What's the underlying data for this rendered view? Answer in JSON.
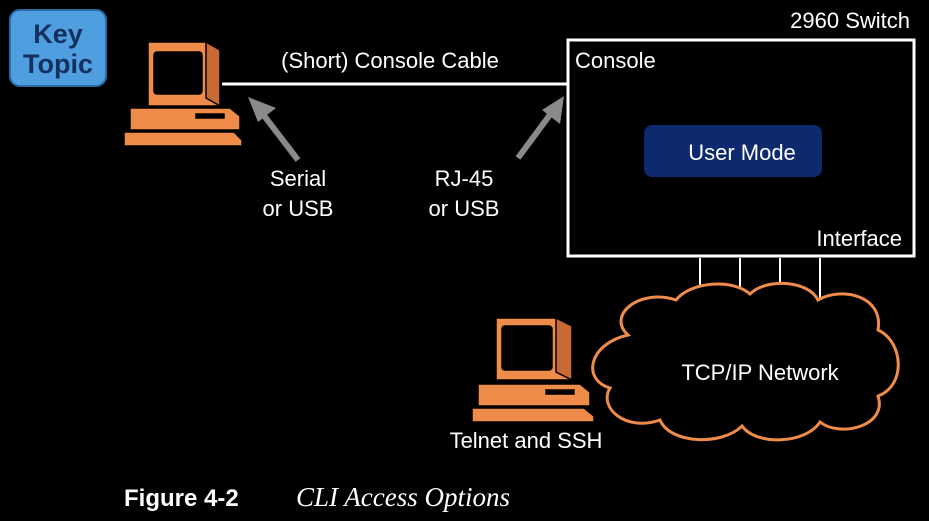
{
  "key_topic": {
    "line1": "Key",
    "line2": "Topic"
  },
  "switch": {
    "title": "2960 Switch",
    "console_label": "Console",
    "mode_label": "User Mode",
    "interface_label": "Interface"
  },
  "cable_label": "(Short) Console Cable",
  "pc_port": {
    "line1": "Serial",
    "line2": "or USB"
  },
  "switch_port": {
    "line1": "RJ-45",
    "line2": "or USB"
  },
  "network_label": "TCP/IP Network",
  "remote_pc_label": "Telnet and SSH",
  "caption": {
    "number": "Figure 4-2",
    "title": "CLI Access Options"
  },
  "colors": {
    "pc_fill": "#f08c4a",
    "pc_outline": "#000000",
    "key_topic_bg": "#4f9fe0",
    "mode_box": "#0d2a6e",
    "arrow": "#8a8a8a",
    "cloud_outline": "#f08c4a"
  }
}
